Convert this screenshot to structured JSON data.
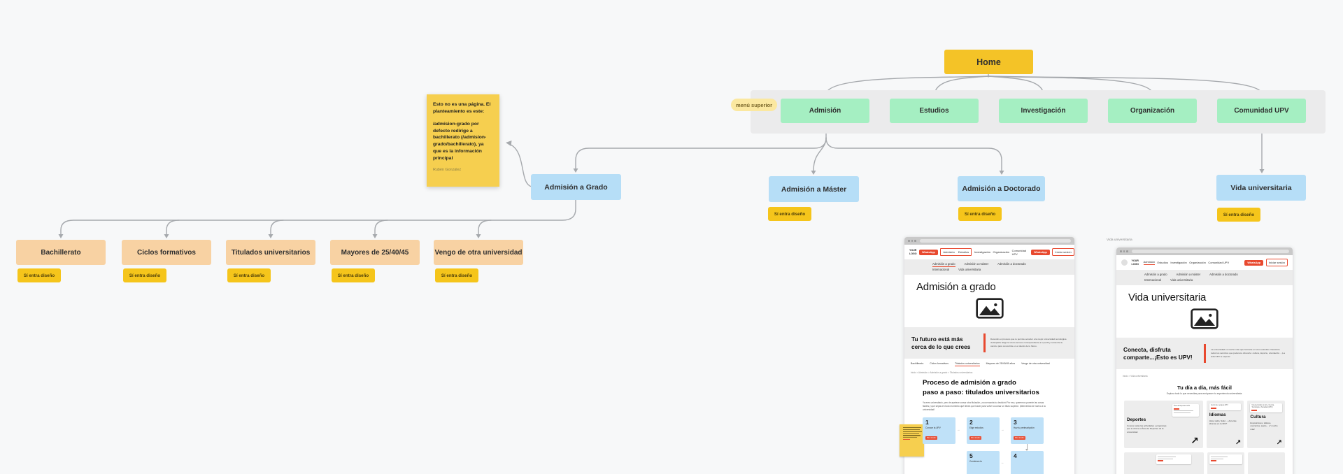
{
  "colors": {
    "accent_red": "#e8492f",
    "node_green": "#a5efc2",
    "node_blue": "#b6def7",
    "node_orange": "#f8d2a3",
    "tag_yellow": "#f5c51b",
    "sticky_yellow": "#f6cf4f",
    "home_yellow": "#f4c327"
  },
  "diagram": {
    "home": "Home",
    "menu_tag": "menú superior",
    "menu": [
      "Admisión",
      "Estudios",
      "Investigación",
      "Organización",
      "Comunidad UPV"
    ],
    "level2": [
      "Admisión a Grado",
      "Admisión a Máster",
      "Admisión a Doctorado",
      "Vida universitaria"
    ],
    "level3": [
      "Bachillerato",
      "Ciclos formativos",
      "Titulados universitarios",
      "Mayores de 25/40/45",
      "Vengo de otra universidad"
    ],
    "tag": "Sí entra diseño",
    "note": {
      "p1": "Esto no es una página. El planteamiento es este:",
      "p2": "/admision-grado por defecto redirige a bachillerato (/admision-grado/bachillerato), ya que es la información principal",
      "author": "Rubén González"
    }
  },
  "browser1": {
    "logo1": "YOUR",
    "logo2": "LOGO",
    "nav": [
      "Admisión",
      "Estudios",
      "Investigación",
      "Organización",
      "Comunidad UPV"
    ],
    "whatsapp": "WhatsApp",
    "login": "Iniciar sesión",
    "submenu1": [
      "Admisión a grado",
      "Admisión a máster",
      "Admisión a doctorado"
    ],
    "submenu2": [
      "Internacional",
      "Vida universitaria"
    ],
    "title": "Admisión a grado",
    "hero_title": "Tu futuro está más cerca de lo que crees",
    "hero_text": "Descubre el proceso que te permite acceder a la mejor universidad tecnológica de España. Elige la vía de acceso correspondiente a tu perfil y comienza tu camino para convertirte en el dueño de tu futuro.",
    "tabs": [
      "Bachillerato",
      "Ciclos formativos",
      "Titulados universitarios",
      "Mayores de 25/40/45 años",
      "Vengo de otra universidad"
    ],
    "breadcrumb": "Inicio > Admisión > Admisión a grado > Titulados universitarios",
    "h2a": "Proceso de admisión a grado",
    "h2b": "paso a paso: titulados universitarios",
    "body": "Ya eres universitario, pero te apetece cursar otra titulación, ¡nos encanta tu decisión! Por eso, queremos ponerte las cosas fáciles y que sepas en todo momento qué tienes que hacer para volver a cursar un título superior. ¡Bienvenido de nuevo a la universidad!",
    "steps": [
      {
        "n": "1",
        "label": "Conoce la UPV",
        "badge": "Más detalles"
      },
      {
        "n": "2",
        "label": "Elige estudios",
        "badge": "Más detalles"
      },
      {
        "n": "3",
        "label": "Haz tu preinscripción",
        "badge": "Más detalles"
      },
      {
        "n": "4",
        "label": "",
        "badge": ""
      },
      {
        "n": "5",
        "label": "Comienza tu",
        "badge": ""
      }
    ]
  },
  "browser2": {
    "frame_label": "Vida universitaria",
    "logo1": "YOUR",
    "logo2": "LOGO",
    "nav": [
      "Admisión",
      "Estudios",
      "Investigación",
      "Organización",
      "Comunidad UPV"
    ],
    "whatsapp": "WhatsApp",
    "login": "Iniciar sesión",
    "submenu1": [
      "Admisión a grado",
      "Admisión a máster",
      "Admisión a doctorado"
    ],
    "submenu2": [
      "Internacional",
      "Vida universitaria"
    ],
    "title": "Vida universitaria",
    "hero_title1": "Conecta, disfruta",
    "hero_title2": "comparte...¡Esto es UPV!",
    "hero_text": "La universidad es mucho más que formarte en unos estudios. Descubre todos los servicios que podemos ofrecerte: cultura, deporte, orientación... ¡La vida UPV te espera!",
    "breadcrumb": "Inicio > Vida universitaria",
    "section_title": "Tu día a día, más fácil",
    "section_sub": "Explora todo lo que necesitas para enriquecer tu experiencia universitaria.",
    "cards": [
      {
        "title": "Deportes",
        "text": "Conoce todas las actividades y programas que te ofrece el Área de Deportes de la universidad.",
        "mini": "Área de Deportes UPV",
        "arrow": "↗"
      },
      {
        "title": "Idiomas",
        "text": "Hola, Hello, Salut... ¡Aprende idiomas en la UPV!",
        "mini": "Centro de Lenguas UPV",
        "arrow": "↗"
      },
      {
        "title": "Cultura",
        "text": "Exposiciones, talleres, conciertos, teatro... ¡Y mucho más!",
        "mini": "Vicerrectorado de Arte, Ciencia, Tecnología y Sociedad (UPV)",
        "arrow": "↗"
      }
    ]
  }
}
